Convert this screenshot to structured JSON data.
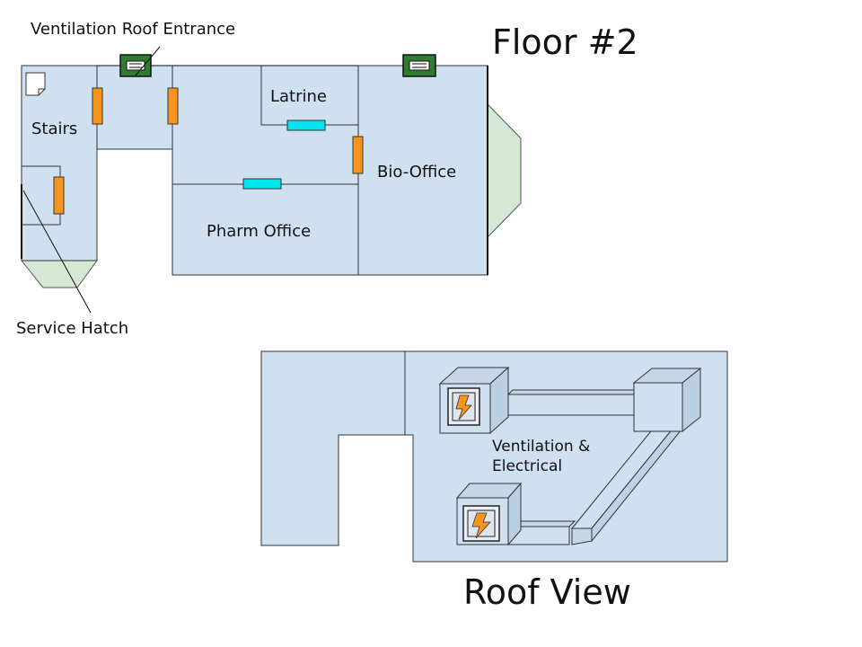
{
  "floor_plan": {
    "title": "Floor #2",
    "rooms": {
      "stairs": "Stairs",
      "latrine": "Latrine",
      "bio_office": "Bio-Office",
      "pharm_office": "Pharm Office"
    },
    "callouts": {
      "vent_entrance": "Ventilation Roof Entrance",
      "service_hatch": "Service Hatch"
    }
  },
  "roof_plan": {
    "title": "Roof View",
    "label_line1": "Ventilation &",
    "label_line2": "Electrical"
  },
  "colors": {
    "room_fill": "#cfe0f1",
    "door_orange": "#f7941d",
    "door_cyan": "#00e5ee",
    "exterior_green": "#d5e8d4",
    "vent_green": "#2e7d32",
    "bolt_orange": "#f7941d"
  }
}
